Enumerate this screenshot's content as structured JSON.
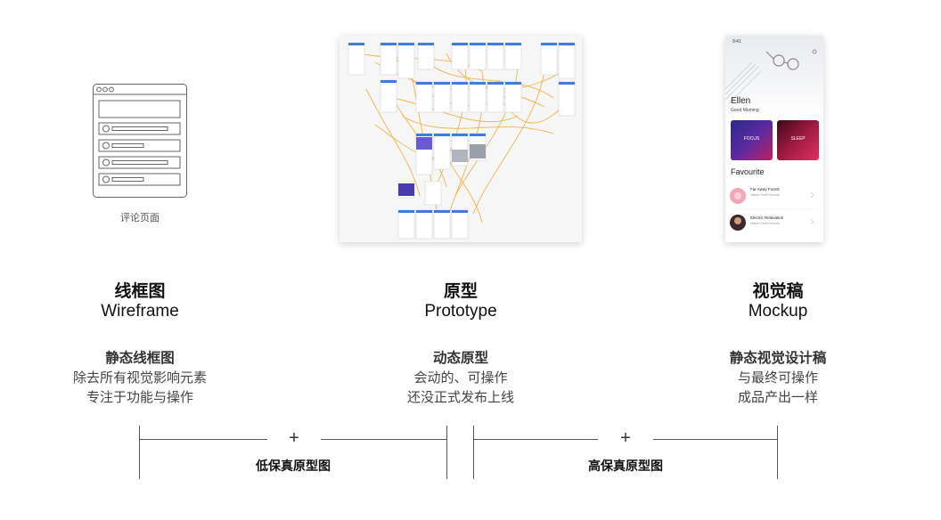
{
  "wireframe": {
    "caption": "评论页面",
    "title": "线框图",
    "subtitle": "Wireframe",
    "desc": [
      "静态线框图",
      "除去所有视觉影响元素",
      "专注于功能与操作"
    ]
  },
  "prototype": {
    "title": "原型",
    "subtitle": "Prototype",
    "desc": [
      "动态原型",
      "会动的、可操作",
      "还没正式发布上线"
    ]
  },
  "mockup": {
    "title": "视觉稿",
    "subtitle": "Mockup",
    "desc": [
      "静态视觉设计稿",
      "与最终可操作",
      "成品产出一样"
    ],
    "screen": {
      "time": "9:41",
      "name": "Ellen",
      "greeting": "Good Morning",
      "card1": "FOCUS",
      "card2": "SLEEP",
      "section": "Favourite",
      "item1_title": "Far Away Forest",
      "item1_sub": "Nature Earth Sounds",
      "item2_title": "Electric Relaxation",
      "item2_sub": "Nature Earth Sounds"
    }
  },
  "brackets": {
    "plus": "+",
    "low": "低保真原型图",
    "high": "高保真原型图"
  },
  "colors": {
    "flow_line": "#f0a830",
    "screen_blue": "#3b7de0",
    "card_purple": "#4a2a9a",
    "card_red": "#9a1a3a"
  }
}
